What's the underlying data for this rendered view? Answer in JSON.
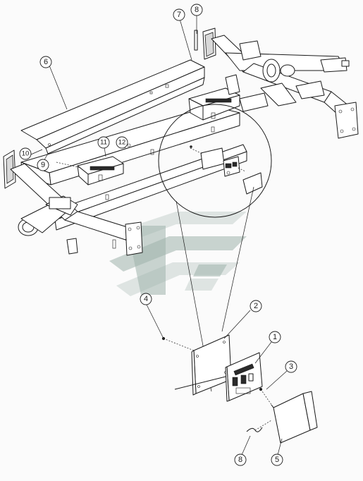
{
  "callouts": [
    {
      "id": "c1",
      "label": "1"
    },
    {
      "id": "c2",
      "label": "2"
    },
    {
      "id": "c3",
      "label": "3"
    },
    {
      "id": "c4",
      "label": "4"
    },
    {
      "id": "c5",
      "label": "5"
    },
    {
      "id": "c6",
      "label": "6"
    },
    {
      "id": "c7",
      "label": "7"
    },
    {
      "id": "c8a",
      "label": "8"
    },
    {
      "id": "c8b",
      "label": "8"
    },
    {
      "id": "c9",
      "label": "9"
    },
    {
      "id": "c10",
      "label": "10"
    },
    {
      "id": "c11",
      "label": "11"
    },
    {
      "id": "c12",
      "label": "12"
    }
  ],
  "colors": {
    "line": "#1a1a1a",
    "watermark": "#9fb3ab",
    "background": "#fbfbfb"
  }
}
